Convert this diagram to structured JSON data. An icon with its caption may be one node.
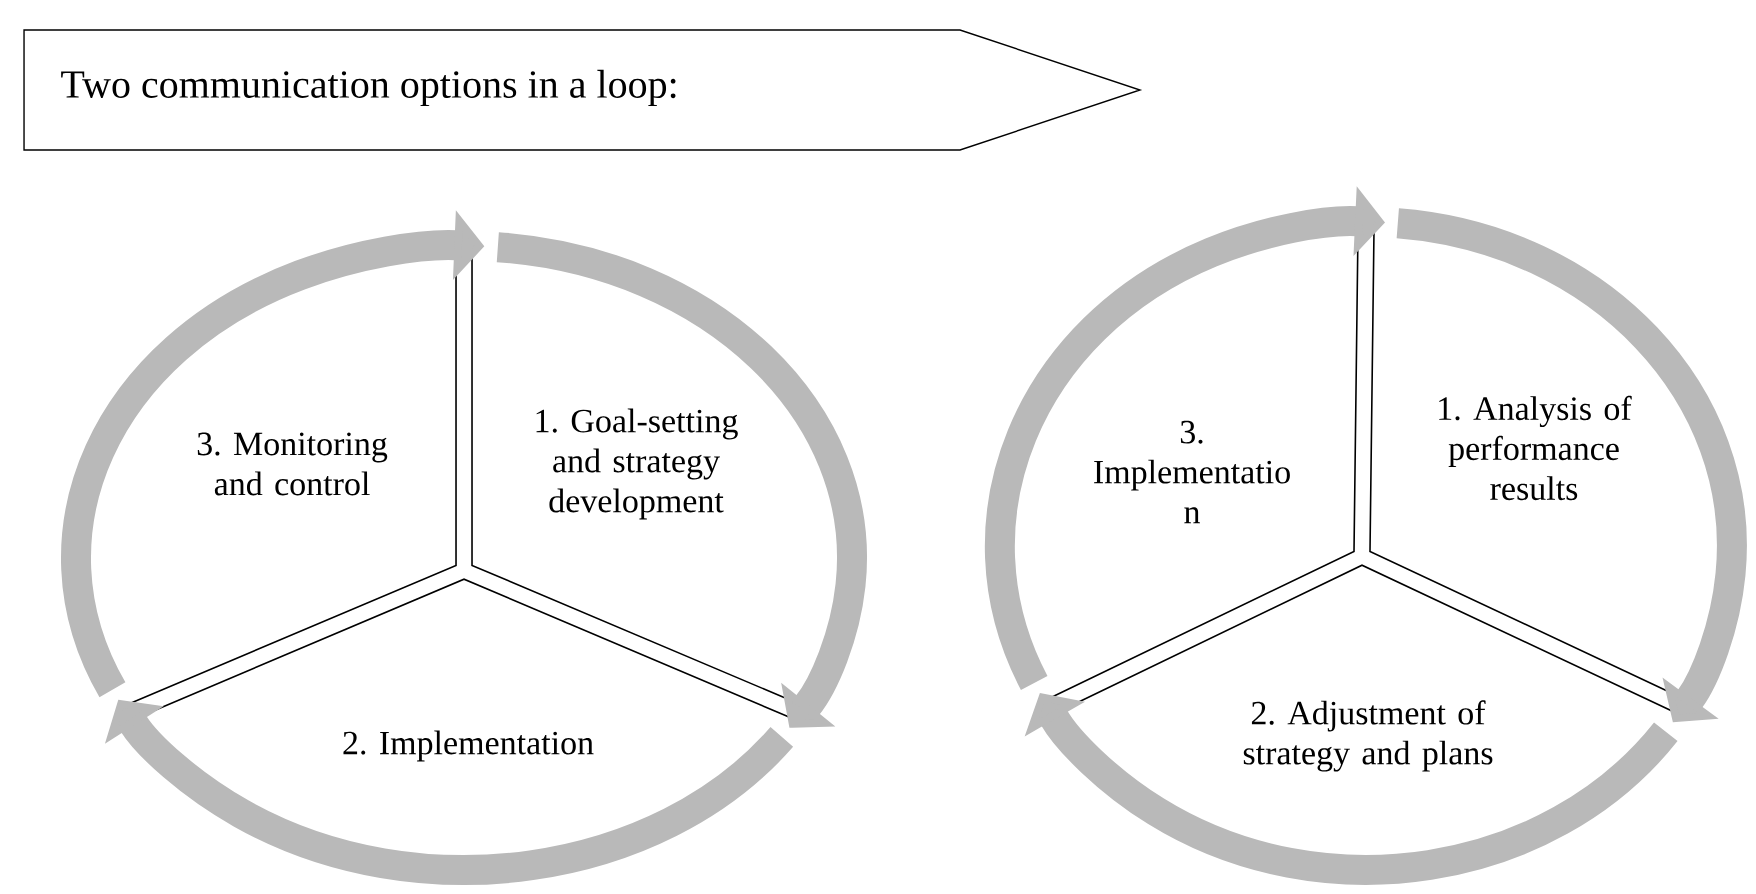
{
  "diagram": {
    "title": "Two communication options in a loop:",
    "nodes": [
      {
        "text": [
          "1. Goal-setting and strategy development"
        ]
      },
      {
        "text": [
          "2. Implementation"
        ]
      },
      {
        "text": [
          "3. Monitoring and control"
        ]
      },
      {
        "text": [
          "1. Analysis of performance results"
        ]
      },
      {
        "text": [
          "2. Adjustment of strategy and plans"
        ]
      },
      {
        "text": [
          "3. Implementatio n"
        ]
      }
    ],
    "edges": [
      {
        "from": 0,
        "to": 1,
        "arrow": "to"
      },
      {
        "from": 1,
        "to": 2,
        "arrow": "to"
      },
      {
        "from": 2,
        "to": 0,
        "arrow": "to"
      },
      {
        "from": 3,
        "to": 4,
        "arrow": "to"
      },
      {
        "from": 4,
        "to": 5,
        "arrow": "to"
      },
      {
        "from": 5,
        "to": 3,
        "arrow": "to"
      }
    ]
  }
}
